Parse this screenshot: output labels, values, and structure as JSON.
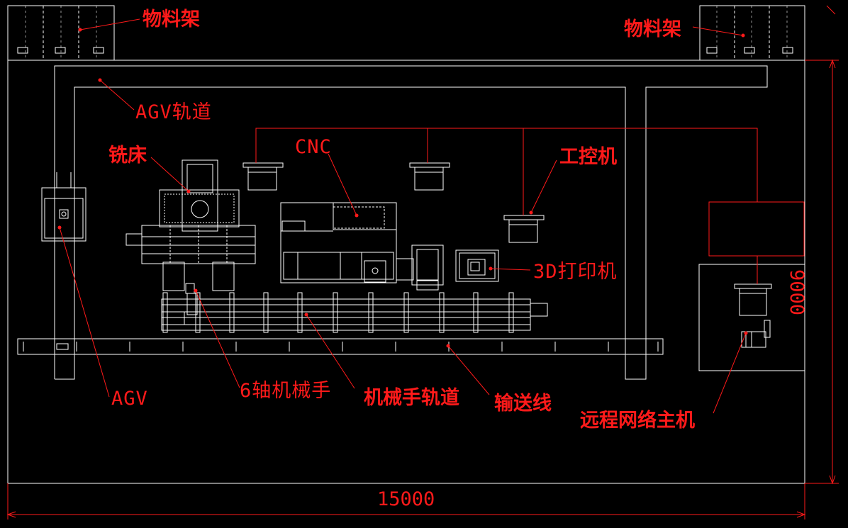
{
  "labels": {
    "rack_left": "物料架",
    "rack_right": "物料架",
    "agv_track": "AGV轨道",
    "milling": "铣床",
    "cnc": "CNC",
    "ipc": "工控机",
    "printer": "3D打印机",
    "agv": "AGV",
    "robot": "6轴机械手",
    "robot_track": "机械手轨道",
    "conveyor": "输送线",
    "remote_host": "远程网络主机"
  },
  "dimensions": {
    "width": "15000",
    "height": "9000"
  },
  "colors": {
    "line": "#ffffff",
    "annotation": "#ff1a1a"
  }
}
